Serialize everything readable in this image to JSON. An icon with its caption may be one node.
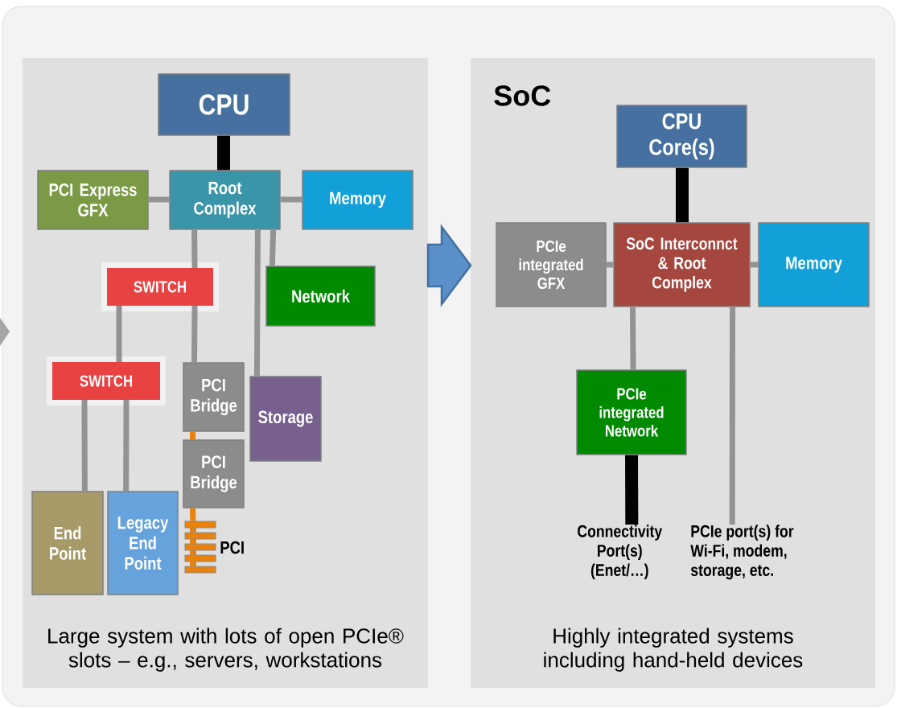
{
  "diagram": {
    "nodes": [
      {
        "text": [
          "Large system with lots of open PCIe® slots – e.g., servers, workstations"
        ]
      },
      {
        "text": [
          "CPU"
        ],
        "in": 0
      },
      {
        "text": [
          "PCI Express GFX"
        ],
        "in": 0
      },
      {
        "text": [
          "Root Complex"
        ],
        "in": 0
      },
      {
        "text": [
          "Memory"
        ],
        "in": 0
      },
      {
        "text": [
          "SWITCH"
        ],
        "in": 0
      },
      {
        "text": [
          "Network"
        ],
        "in": 0
      },
      {
        "text": [
          "SWITCH"
        ],
        "in": 0
      },
      {
        "text": [
          "PCI Bridge"
        ],
        "in": 0
      },
      {
        "text": [
          "Storage"
        ],
        "in": 0
      },
      {
        "text": [
          "PCI Bridge"
        ],
        "in": 0
      },
      {
        "text": [
          "End Point"
        ],
        "in": 0
      },
      {
        "text": [
          "Legacy End Point"
        ],
        "in": 0
      },
      {
        "text": [],
        "shape": "bar",
        "beside": [
          "PCI"
        ],
        "in": 0
      },
      {
        "text": [
          "SoC",
          "Highly integrated systems including hand-held devices"
        ]
      },
      {
        "text": [
          "CPU Core(s)"
        ],
        "in": 14
      },
      {
        "text": [
          "PCIe integrated GFX"
        ],
        "in": 14
      },
      {
        "text": [
          "SoC Interconnct & Root Complex"
        ],
        "in": 14
      },
      {
        "text": [
          "Memory"
        ],
        "in": 14
      },
      {
        "text": [
          "PCIe integrated Network"
        ],
        "in": 14
      },
      {
        "text": [
          "Connectivity Port(s) (Enet/…)"
        ],
        "in": 14
      },
      {
        "text": [
          "PCIe port(s) for Wi-Fi, modem, storage, etc."
        ],
        "in": 14
      }
    ],
    "edges": [
      {
        "from": 1,
        "to": 3,
        "arrow": "none",
        "style": "thick",
        "color": "#000000"
      },
      {
        "from": 2,
        "to": 3,
        "arrow": "none"
      },
      {
        "from": 3,
        "to": 4,
        "arrow": "none"
      },
      {
        "from": 3,
        "to": 5,
        "arrow": "none"
      },
      {
        "from": 5,
        "to": 8,
        "arrow": "none"
      },
      {
        "from": 5,
        "to": 7,
        "arrow": "none"
      },
      {
        "from": 7,
        "to": 11,
        "arrow": "none"
      },
      {
        "from": 7,
        "to": 12,
        "arrow": "none"
      },
      {
        "from": 8,
        "to": 10,
        "arrow": "none",
        "color": "#e8820c"
      },
      {
        "from": 10,
        "to": 13,
        "arrow": "none",
        "color": "#e8820c"
      },
      {
        "from": 3,
        "to": 9,
        "arrow": "none"
      },
      {
        "from": 3,
        "to": 6,
        "arrow": "none"
      },
      {
        "from": 15,
        "to": 17,
        "arrow": "none",
        "style": "thick",
        "color": "#000000"
      },
      {
        "from": 16,
        "to": 17,
        "arrow": "none"
      },
      {
        "from": 17,
        "to": 18,
        "arrow": "none"
      },
      {
        "from": 17,
        "to": 19,
        "arrow": "none"
      },
      {
        "from": 19,
        "to": 20,
        "arrow": "none",
        "style": "thick",
        "color": "#000000"
      },
      {
        "from": 17,
        "to": 21,
        "arrow": "none"
      },
      {
        "from": 0,
        "to": 14,
        "arrow": "to",
        "style": "thick",
        "color": "#5b8fc9"
      }
    ]
  }
}
